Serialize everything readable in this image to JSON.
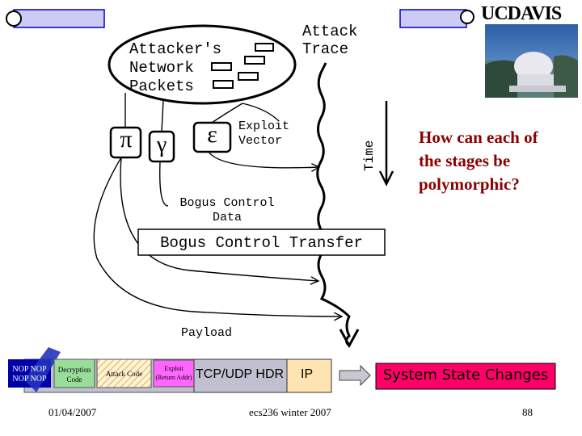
{
  "header": {
    "logo_text": "UCDAVIS",
    "colors": {
      "bar_fill": "#cbcbf5",
      "bar_stroke": "#0000c0"
    }
  },
  "diagram": {
    "cloud_label": [
      "Attacker's",
      "Network",
      "Packets"
    ],
    "attack_trace": [
      "Attack",
      "Trace"
    ],
    "time_label": "Time",
    "symbols": {
      "pi": "π",
      "gamma": "γ",
      "epsilon": "ε"
    },
    "exploit_vector": [
      "Exploit",
      "Vector"
    ],
    "bogus_control_data": [
      "Bogus Control",
      "Data"
    ],
    "bogus_control_transfer": "Bogus Control Transfer",
    "payload": "Payload"
  },
  "question": [
    "How can each of",
    "the stages be",
    "polymorphic?"
  ],
  "packet": {
    "nop_sled": [
      "NOP NOP",
      "NOP NOP"
    ],
    "decryption": [
      "Decryption",
      "Code"
    ],
    "attack_code": "Attack Code",
    "exploit": [
      "Exploit",
      "(Return Addr)"
    ],
    "header": "TCP/UDP HDR",
    "ip": "IP",
    "colors": {
      "nop": "#0000aa",
      "decryption": "#99dd99",
      "exploit": "#ff66ff",
      "hdr": "#c0c0d0",
      "ip": "#ffe3b3"
    }
  },
  "system_state": "System State Changes",
  "footer": {
    "date": "01/04/2007",
    "course": "ecs236 winter 2007",
    "page": "88"
  }
}
